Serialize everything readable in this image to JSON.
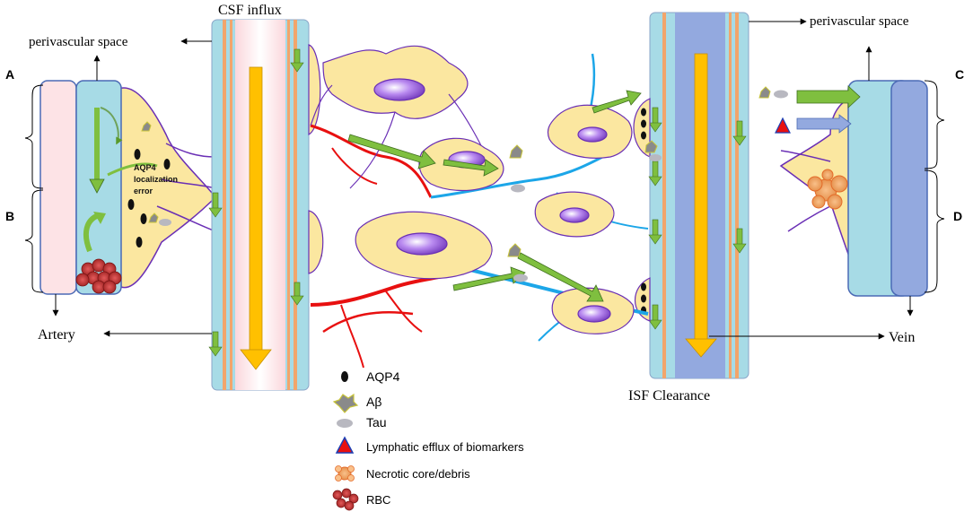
{
  "labels": {
    "csf_influx": "CSF influx",
    "perivascular_left": "perivascular space",
    "perivascular_right": "perivascular space",
    "artery": "Artery",
    "vein": "Vein",
    "isf_clearance": "ISF Clearance",
    "aqp4_error": [
      "AQP4",
      "localization",
      "error"
    ],
    "panel_a": "A",
    "panel_b": "B",
    "panel_c": "C",
    "panel_d": "D"
  },
  "legend": [
    {
      "icon": "aqp4-icon",
      "label": "AQP4"
    },
    {
      "icon": "amyloid-beta-icon",
      "label": "Aβ"
    },
    {
      "icon": "tau-icon",
      "label": "Tau"
    },
    {
      "icon": "lymphatic-efflux-icon",
      "label": "Lymphatic efflux of biomarkers"
    },
    {
      "icon": "necrotic-core-icon",
      "label": "Necrotic core/debris"
    },
    {
      "icon": "rbc-icon",
      "label": "RBC"
    }
  ],
  "colors": {
    "artery_lumen": "#fde3e6",
    "perivascular": "#a7dbe6",
    "vein_lumen": "#93a9df",
    "astrocyte_fill": "#fbe7a0",
    "astrocyte_outline": "#6a2fb5",
    "nucleus": "#9b63e0",
    "flow_arrow": "#ffc000",
    "green_arrow": "#7fbf3f",
    "capillary_red": "#e81010",
    "capillary_blue": "#1ca6e8"
  }
}
